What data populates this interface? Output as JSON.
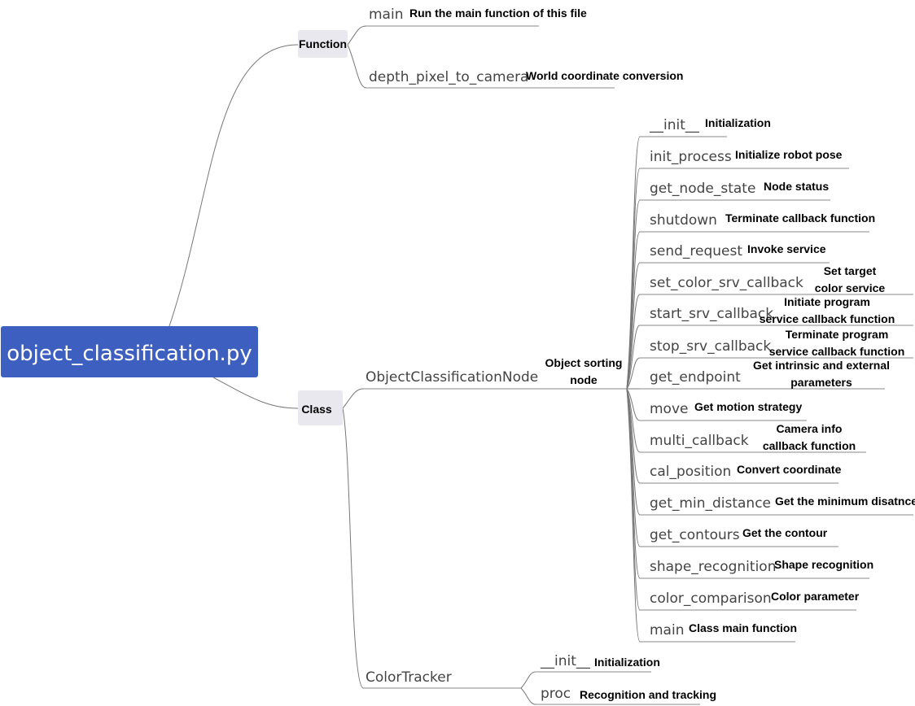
{
  "root": {
    "label": "object_classification.py",
    "color": "#3d5fbf"
  },
  "tag_color": "#e8e8ee",
  "branches": {
    "function": {
      "label": "Function",
      "children": [
        {
          "name": "main",
          "desc": [
            "Run the main function of this file"
          ]
        },
        {
          "name": "depth_pixel_to_camera",
          "desc": [
            "World coordinate conversion"
          ]
        }
      ]
    },
    "class": {
      "label": "Class",
      "children": [
        {
          "name": "ObjectClassificationNode",
          "desc": [
            "Object sorting",
            "node"
          ],
          "methods": [
            {
              "name": "__init__",
              "desc": [
                "Initialization"
              ]
            },
            {
              "name": "init_process",
              "desc": [
                "Initialize robot pose"
              ]
            },
            {
              "name": "get_node_state",
              "desc": [
                "Node status"
              ]
            },
            {
              "name": "shutdown",
              "desc": [
                "Terminate callback function"
              ]
            },
            {
              "name": "send_request",
              "desc": [
                "Invoke service"
              ]
            },
            {
              "name": "set_color_srv_callback",
              "desc": [
                "Set target",
                "color service"
              ]
            },
            {
              "name": "start_srv_callback",
              "desc": [
                "Initiate program",
                "service callback function"
              ]
            },
            {
              "name": "stop_srv_callback",
              "desc": [
                "Terminate program",
                "service callback function"
              ]
            },
            {
              "name": "get_endpoint",
              "desc": [
                "Get intrinsic and external",
                "parameters"
              ]
            },
            {
              "name": "move",
              "desc": [
                "Get motion strategy"
              ]
            },
            {
              "name": "multi_callback",
              "desc": [
                "Camera info",
                "callback function"
              ]
            },
            {
              "name": "cal_position",
              "desc": [
                "Convert coordinate"
              ]
            },
            {
              "name": "get_min_distance",
              "desc": [
                "Get the minimum disatnce"
              ]
            },
            {
              "name": "get_contours",
              "desc": [
                "Get the contour"
              ]
            },
            {
              "name": "shape_recognition",
              "desc": [
                "Shape recognition"
              ]
            },
            {
              "name": "color_comparison",
              "desc": [
                "Color parameter"
              ]
            },
            {
              "name": "main",
              "desc": [
                "Class main function"
              ]
            }
          ]
        },
        {
          "name": "ColorTracker",
          "desc": [],
          "methods": [
            {
              "name": "__init__",
              "desc": [
                "Initialization"
              ]
            },
            {
              "name": "proc",
              "desc": [
                "Recognition and tracking"
              ]
            }
          ]
        }
      ]
    }
  }
}
